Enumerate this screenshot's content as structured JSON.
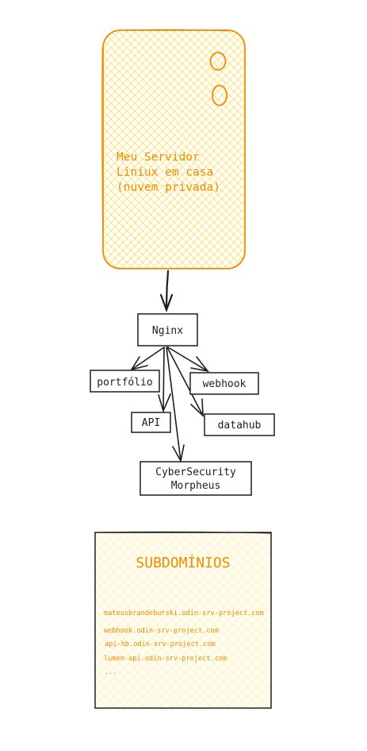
{
  "server": {
    "lines": [
      "Meu Servidor",
      "Liniux em casa",
      "(nuvem privada)"
    ]
  },
  "nodes": {
    "nginx": "Nginx",
    "portfolio": "portfólio",
    "webhook": "webhook",
    "api": "API",
    "datahub": "datahub",
    "cyber_line1": "CyberSecurity",
    "cyber_line2": "Morpheus"
  },
  "subdomains": {
    "title": "SUBDOMÍNIOS",
    "items": [
      "mateusbrandeburski.odin-srv-project.com",
      "webhook.odin-srv-project.com",
      "api-hb.odin-srv-project.com",
      "lumen-api.odin-srv-project.com",
      "..."
    ]
  },
  "colors": {
    "accent": "#f08c00",
    "stroke": "#1e1e1e",
    "hatch": "#ffec99",
    "note_fill": "#fffdf0"
  }
}
